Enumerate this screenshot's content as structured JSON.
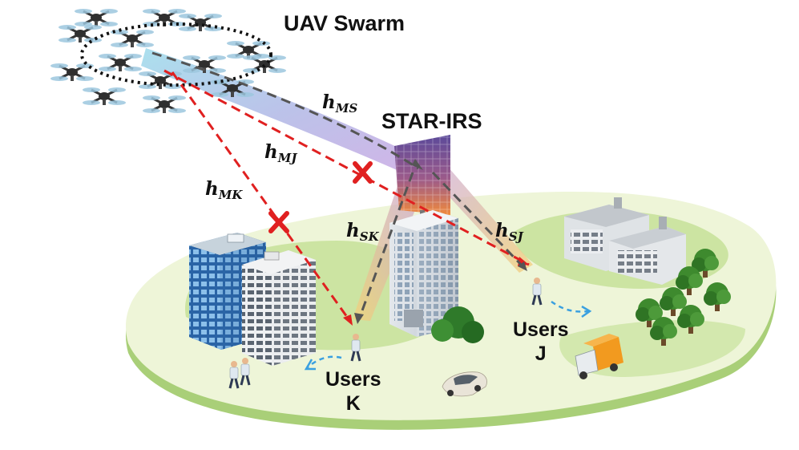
{
  "labels": {
    "uav_swarm": "UAV Swarm",
    "star_irs": "STAR-IRS",
    "users_k_line1": "Users",
    "users_k_line2": "K",
    "users_j_line1": "Users",
    "users_j_line2": "J"
  },
  "channels": {
    "h_ms": {
      "base": "h",
      "sub": "MS"
    },
    "h_mj": {
      "base": "h",
      "sub": "MJ"
    },
    "h_mk": {
      "base": "h",
      "sub": "MK"
    },
    "h_sk": {
      "base": "h",
      "sub": "SK"
    },
    "h_sj": {
      "base": "h",
      "sub": "SJ"
    }
  },
  "colors": {
    "ground_top": "#eef5d8",
    "ground_grass": "#c8e29c",
    "ground_side": "#b7d98a",
    "blocked_link": "#e02020",
    "reflected_link": "#555555",
    "block_marker": "#e02020",
    "user_motion": "#3aa0e0"
  }
}
